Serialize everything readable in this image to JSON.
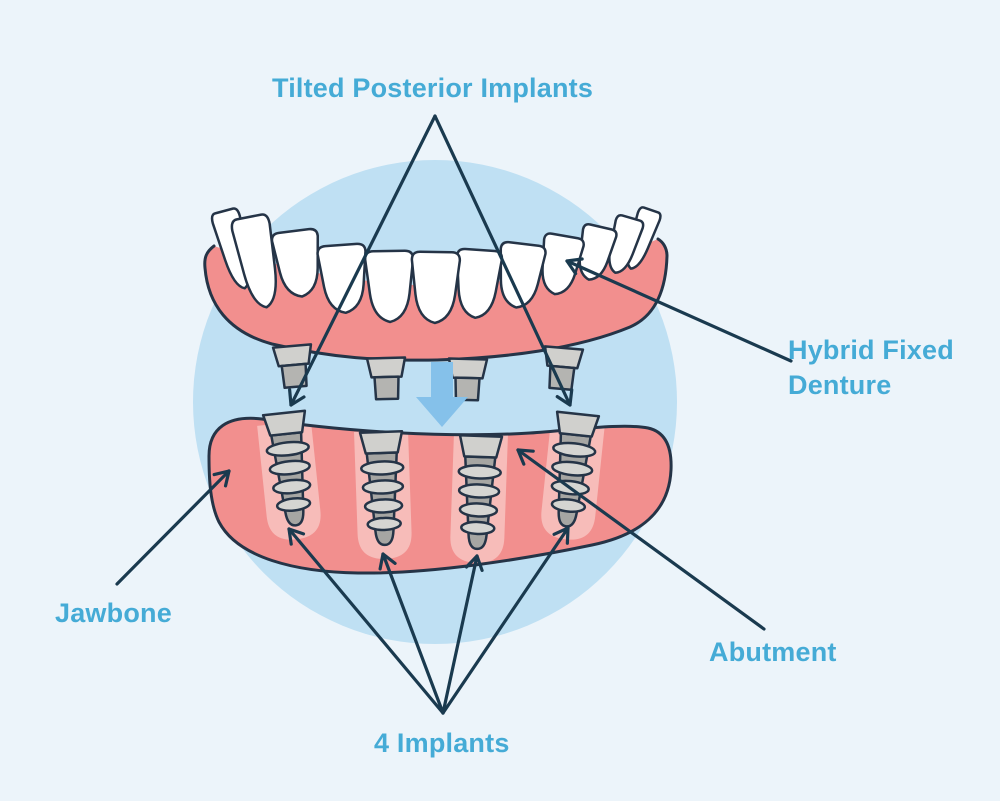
{
  "labels": {
    "tilted_posterior_implants": "Tilted Posterior Implants",
    "hybrid_fixed_denture": {
      "line1": "Hybrid Fixed",
      "line2": "Denture"
    },
    "jawbone": "Jawbone",
    "abutment": "Abutment",
    "four_implants": "4 Implants"
  },
  "colors": {
    "background": "#ecf4fa",
    "circle": "#bfe0f3",
    "gum": "#f28f8e",
    "socket": "#f7bcb9",
    "tooth": "#ffffff",
    "outline": "#253447",
    "implant_body": "#a6a6a3",
    "implant_thread": "#d5d5d2",
    "implant_cap": "#d0d0cd",
    "stud": "#b4b4b1",
    "label_text": "#45abd6",
    "pointer": "#1a3a4f",
    "down_arrow": "#85c1ea"
  }
}
